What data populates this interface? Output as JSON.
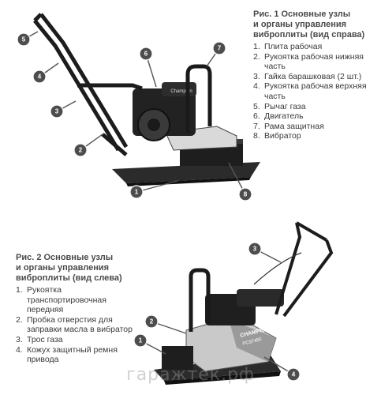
{
  "figure1": {
    "title_lines": [
      "Рис. 1 Основные узлы",
      "и органы управления",
      "виброплиты (вид справа)"
    ],
    "parts": [
      {
        "num": "1.",
        "label": "Плита рабочая"
      },
      {
        "num": "2.",
        "label": "Рукоятка рабочая нижняя часть"
      },
      {
        "num": "3.",
        "label": "Гайка барашковая (2 шт.)"
      },
      {
        "num": "4.",
        "label": "Рукоятка рабочая верхняя часть"
      },
      {
        "num": "5.",
        "label": "Рычаг газа"
      },
      {
        "num": "6.",
        "label": "Двигатель"
      },
      {
        "num": "7.",
        "label": "Рама защитная"
      },
      {
        "num": "8.",
        "label": "Вибратор"
      }
    ],
    "callouts": [
      "1",
      "2",
      "3",
      "4",
      "5",
      "6",
      "7",
      "8"
    ],
    "engine_brand": "Champion"
  },
  "figure2": {
    "title_lines": [
      "Рис. 2 Основные узлы",
      "и органы управления",
      "виброплиты (вид слева)"
    ],
    "parts": [
      {
        "num": "1.",
        "label": "Рукоятка транспортировочная передняя"
      },
      {
        "num": "2.",
        "label": "Пробка отверстия для заправки масла в вибратор"
      },
      {
        "num": "3.",
        "label": "Трос газа"
      },
      {
        "num": "4.",
        "label": "Кожух защитный ремня привода"
      }
    ],
    "callouts": [
      "1",
      "2",
      "3",
      "4"
    ],
    "brand": "CHAMPION",
    "model": "PC9745F"
  },
  "watermark": "гаражтек.рф"
}
